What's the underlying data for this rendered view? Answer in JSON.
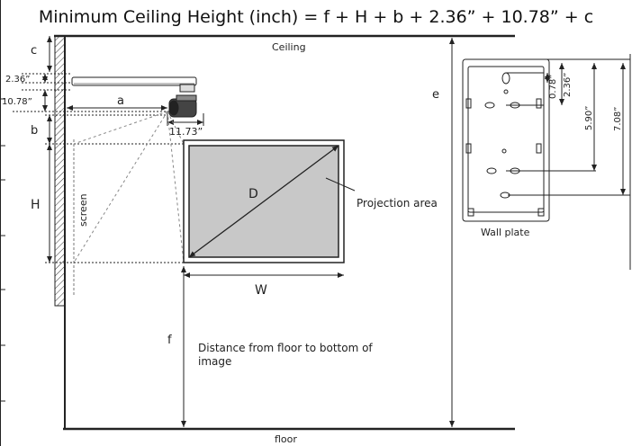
{
  "title": "Minimum Ceiling Height (inch) = f + H + b + 2.36” + 10.78” + c",
  "labels": {
    "ceiling": "Ceiling",
    "floor": "floor",
    "c": "c",
    "a": "a",
    "b": "b",
    "H": "H",
    "e": "e",
    "f": "f",
    "D": "D",
    "W": "W",
    "screen": "screen",
    "dim_2_36": "2.36”",
    "dim_10_78": "10.78”",
    "dim_11_73": "11.73”",
    "projection_area": "Projection area",
    "distance_line1": "Distance from floor to bottom of",
    "distance_line2": "image",
    "wall_plate": "Wall plate",
    "wp_0_78": "0.78”",
    "wp_2_36": "2.36”",
    "wp_5_90": "5.90”",
    "wp_7_08": "7.08”"
  },
  "colors": {
    "line": "#222222",
    "projection_fill": "#c8c8c8",
    "dashed": "#777777"
  }
}
